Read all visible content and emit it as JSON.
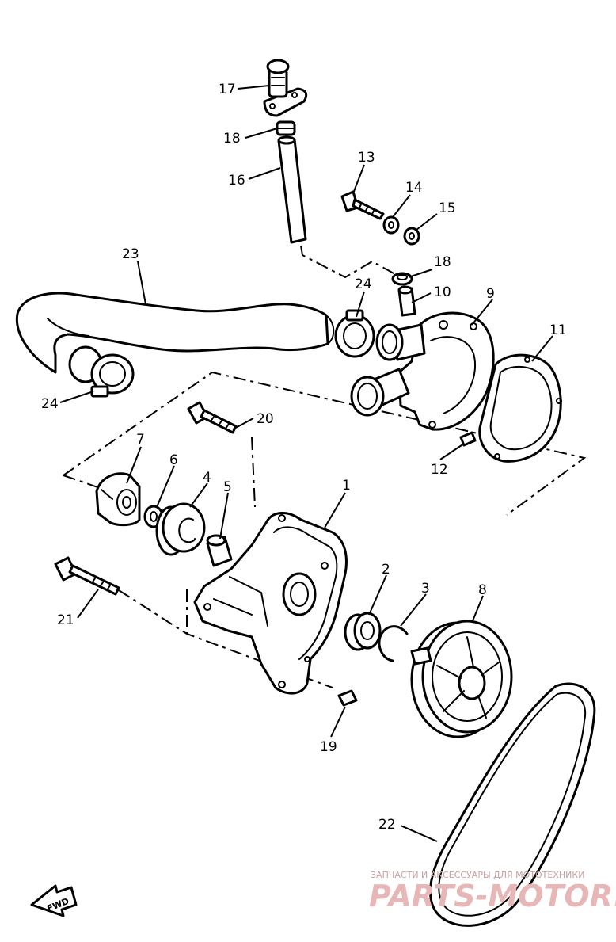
{
  "callouts": {
    "c1": "1",
    "c2": "2",
    "c3": "3",
    "c4": "4",
    "c5": "5",
    "c6": "6",
    "c7": "7",
    "c8": "8",
    "c9": "9",
    "c10": "10",
    "c11": "11",
    "c12": "12",
    "c13": "13",
    "c14": "14",
    "c15": "15",
    "c16": "16",
    "c17": "17",
    "c18a": "18",
    "c18b": "18",
    "c19": "19",
    "c20": "20",
    "c21": "21",
    "c22": "22",
    "c23": "23",
    "c24a": "24",
    "c24b": "24"
  },
  "fwd_label": "FWD",
  "watermark": {
    "tagline": "ЗАПЧАСТИ И АКСЕССУАРЫ ДЛЯ МОТОТЕХНИКИ",
    "brand": "PARTS-MOTOR.RU"
  },
  "colors": {
    "line": "#000000",
    "watermark": "#e7b6b6"
  }
}
